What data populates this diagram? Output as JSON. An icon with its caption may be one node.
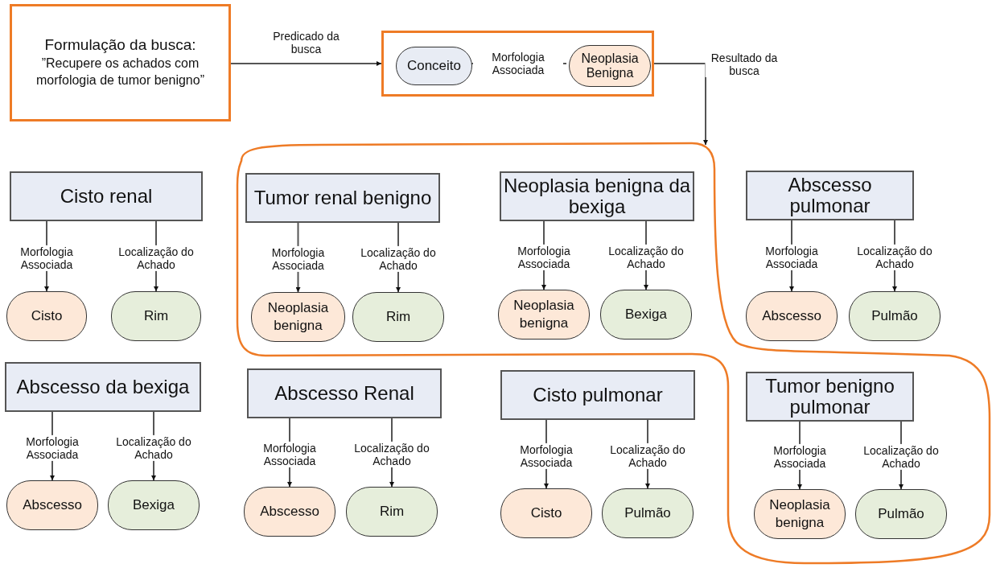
{
  "diagram": {
    "nodes": [
      {
        "text": [
          "Formulação da busca:",
          "”Recupere os achados com morfologia de tumor benigno”"
        ]
      },
      {
        "text": [],
        "shape": "box"
      },
      {
        "text": [
          "Conceito"
        ],
        "in": 1
      },
      {
        "text": [
          "Neoplasia Benigna"
        ],
        "in": 1
      },
      {
        "text": [],
        "shape": "cloud"
      },
      {
        "text": [
          "Cisto renal"
        ]
      },
      {
        "text": [
          "Cisto"
        ]
      },
      {
        "text": [
          "Rim"
        ]
      },
      {
        "text": [
          "Tumor renal benigno"
        ],
        "in": 4
      },
      {
        "text": [
          "Neoplasia benigna"
        ],
        "in": 4
      },
      {
        "text": [
          "Rim"
        ],
        "in": 4
      },
      {
        "text": [
          "Neoplasia benigna da bexiga"
        ],
        "in": 4
      },
      {
        "text": [
          "Neoplasia benigna"
        ],
        "in": 4
      },
      {
        "text": [
          "Bexiga"
        ],
        "in": 4
      },
      {
        "text": [
          "Abscesso pulmonar"
        ]
      },
      {
        "text": [
          "Abscesso"
        ]
      },
      {
        "text": [
          "Pulmão"
        ]
      },
      {
        "text": [
          "Abscesso da bexiga"
        ]
      },
      {
        "text": [
          "Abscesso"
        ]
      },
      {
        "text": [
          "Bexiga"
        ]
      },
      {
        "text": [
          "Abscesso Renal"
        ]
      },
      {
        "text": [
          "Abscesso"
        ]
      },
      {
        "text": [
          "Rim"
        ]
      },
      {
        "text": [
          "Cisto pulmonar"
        ]
      },
      {
        "text": [
          "Cisto"
        ]
      },
      {
        "text": [
          "Pulmão"
        ]
      },
      {
        "text": [
          "Tumor benigno pulmonar"
        ],
        "in": 4
      },
      {
        "text": [
          "Neoplasia benigna"
        ],
        "in": 4
      },
      {
        "text": [
          "Pulmão"
        ],
        "in": 4
      }
    ],
    "edges": [
      {
        "from": 0,
        "to": 1,
        "arrow": "to",
        "label": "Predicado da busca"
      },
      {
        "from": 2,
        "to": 3,
        "arrow": "none",
        "label": "Morfologia Associada"
      },
      {
        "from": 1,
        "to": 4,
        "arrow": "to",
        "label": "Resultado da busca"
      },
      {
        "from": 5,
        "to": 6,
        "arrow": "to",
        "label": "Morfologia Associada"
      },
      {
        "from": 5,
        "to": 7,
        "arrow": "to",
        "label": "Localização do Achado"
      },
      {
        "from": 8,
        "to": 9,
        "arrow": "to",
        "label": "Morfologia Associada"
      },
      {
        "from": 8,
        "to": 10,
        "arrow": "to",
        "label": "Localização do Achado"
      },
      {
        "from": 11,
        "to": 12,
        "arrow": "to",
        "label": "Morfologia Associada"
      },
      {
        "from": 11,
        "to": 13,
        "arrow": "to",
        "label": "Localização do Achado"
      },
      {
        "from": 14,
        "to": 15,
        "arrow": "to",
        "label": "Morfologia Associada"
      },
      {
        "from": 14,
        "to": 16,
        "arrow": "to",
        "label": "Localização do Achado"
      },
      {
        "from": 17,
        "to": 18,
        "arrow": "to",
        "label": "Morfologia Associada"
      },
      {
        "from": 17,
        "to": 19,
        "arrow": "to",
        "label": "Localização do Achado"
      },
      {
        "from": 20,
        "to": 21,
        "arrow": "to",
        "label": "Morfologia Associada"
      },
      {
        "from": 20,
        "to": 22,
        "arrow": "to",
        "label": "Localização do Achado"
      },
      {
        "from": 23,
        "to": 24,
        "arrow": "to",
        "label": "Morfologia Associada"
      },
      {
        "from": 23,
        "to": 25,
        "arrow": "to",
        "label": "Localização do Achado"
      },
      {
        "from": 26,
        "to": 27,
        "arrow": "to",
        "label": "Morfologia Associada"
      },
      {
        "from": 26,
        "to": 28,
        "arrow": "to",
        "label": "Localização do Achado"
      }
    ]
  }
}
